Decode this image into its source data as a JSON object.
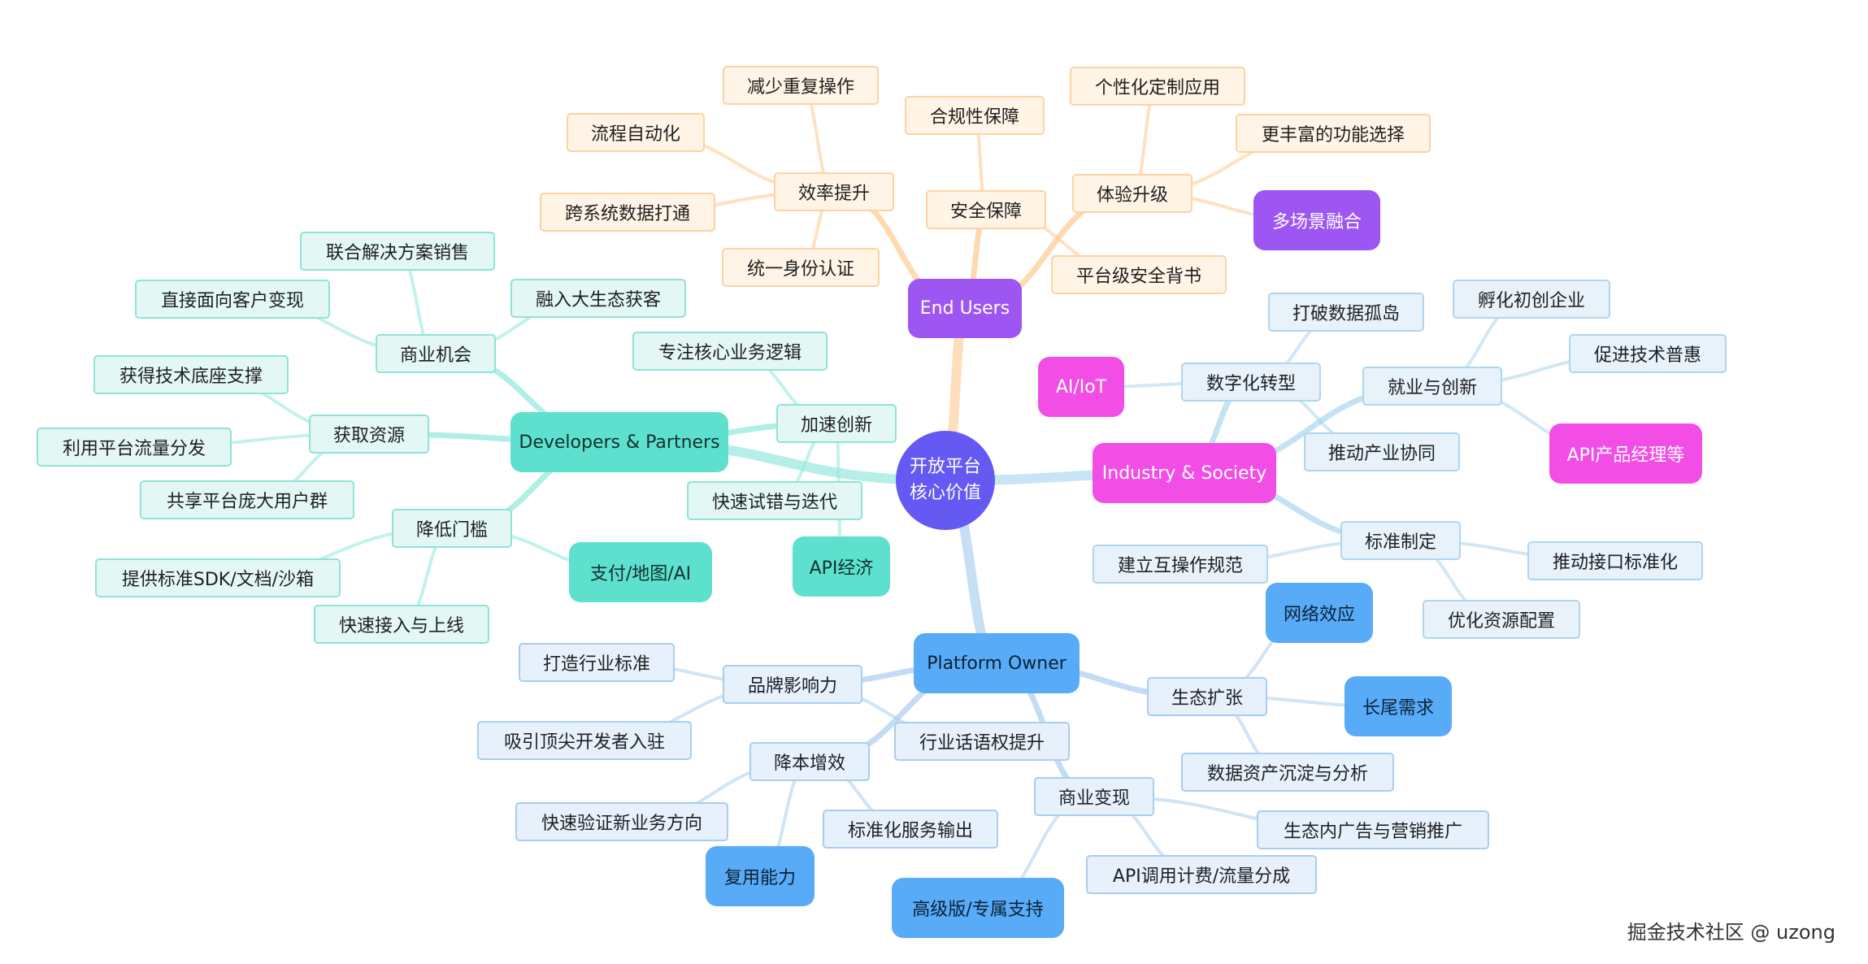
{
  "center": {
    "line1": "开放平台",
    "line2": "核心价值"
  },
  "end_users": {
    "label": "End Users",
    "efficiency": {
      "label": "效率提升",
      "items": [
        "减少重复操作",
        "流程自动化",
        "跨系统数据打通",
        "统一身份认证"
      ]
    },
    "security": {
      "label": "安全保障",
      "items": [
        "合规性保障",
        "平台级安全背书"
      ]
    },
    "experience": {
      "label": "体验升级",
      "items": [
        "个性化定制应用",
        "更丰富的功能选择",
        "多场景融合"
      ]
    }
  },
  "developers": {
    "label": "Developers & Partners",
    "business": {
      "label": "商业机会",
      "items": [
        "联合解决方案销售",
        "直接面向客户变现",
        "融入大生态获客"
      ]
    },
    "resources": {
      "label": "获取资源",
      "items": [
        "获得技术底座支撑",
        "利用平台流量分发",
        "共享平台庞大用户群"
      ]
    },
    "threshold": {
      "label": "降低门槛",
      "items": [
        "提供标准SDK/文档/沙箱",
        "快速接入与上线",
        "支付/地图/AI"
      ]
    },
    "innovation": {
      "label": "加速创新",
      "items": [
        "专注核心业务逻辑",
        "快速试错与迭代",
        "API经济"
      ]
    }
  },
  "industry": {
    "label": "Industry & Society",
    "digital": {
      "label": "数字化转型",
      "items": [
        "打破数据孤岛",
        "AI/IoT",
        "推动产业协同"
      ]
    },
    "employment": {
      "label": "就业与创新",
      "items": [
        "孵化初创企业",
        "促进技术普惠",
        "API产品经理等"
      ]
    },
    "standards": {
      "label": "标准制定",
      "items": [
        "建立互操作规范",
        "推动接口标准化",
        "优化资源配置"
      ]
    }
  },
  "platform": {
    "label": "Platform Owner",
    "brand": {
      "label": "品牌影响力",
      "items": [
        "打造行业标准",
        "吸引顶尖开发者入驻",
        "行业话语权提升"
      ]
    },
    "cost": {
      "label": "降本增效",
      "items": [
        "快速验证新业务方向",
        "复用能力",
        "标准化服务输出"
      ]
    },
    "monetize": {
      "label": "商业变现",
      "items": [
        "高级版/专属支持",
        "API调用计费/流量分成",
        "生态内广告与营销推广"
      ]
    },
    "ecosystem": {
      "label": "生态扩张",
      "items": [
        "网络效应",
        "长尾需求",
        "数据资产沉淀与分析"
      ]
    }
  },
  "footer": "掘金技术社区 @ uzong",
  "colors": {
    "end_users": "#9e56f2",
    "developers": "#5ee0cf",
    "industry": "#f24ee5",
    "platform": "#58abf6",
    "center": "#6559f3"
  }
}
